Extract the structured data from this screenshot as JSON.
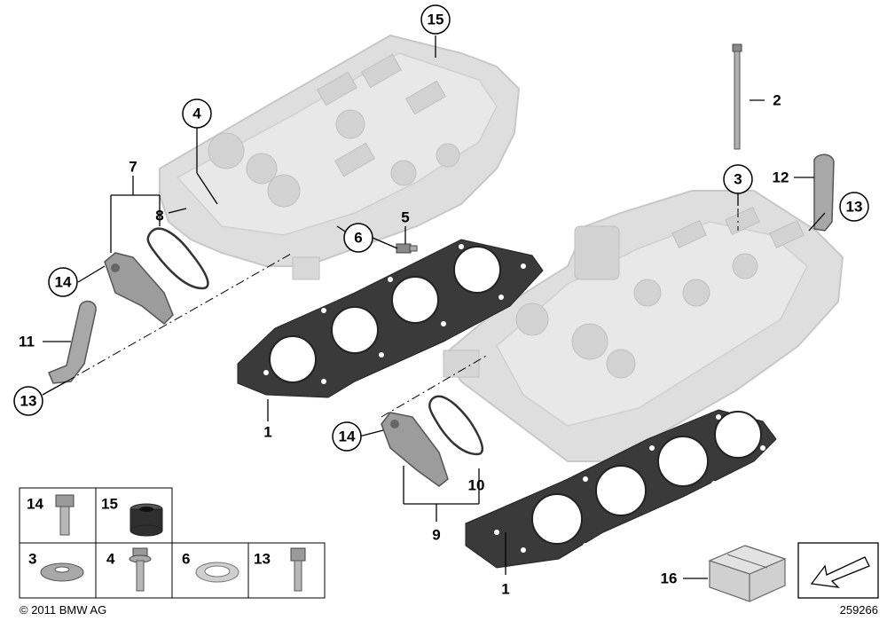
{
  "callouts": {
    "c1_left": "1",
    "c1_right": "1",
    "c2": "2",
    "c3": "3",
    "c4": "4",
    "c5": "5",
    "c6": "6",
    "c7": "7",
    "c8": "8",
    "c9": "9",
    "c10": "10",
    "c11": "11",
    "c12": "12",
    "c13_left": "13",
    "c13_right": "13",
    "c14_left": "14",
    "c14_right": "14",
    "c15": "15",
    "c16": "16"
  },
  "legend": {
    "cells": [
      "14",
      "15",
      "3",
      "4",
      "6",
      "13"
    ]
  },
  "footer": {
    "copyright": "© 2011 BMW AG",
    "diagram_number": "259266"
  },
  "colors": {
    "part_fill": "#dcdcdc",
    "part_stroke": "#c4c4c4",
    "gasket_fill": "#3a3a3a",
    "line": "#000000"
  }
}
